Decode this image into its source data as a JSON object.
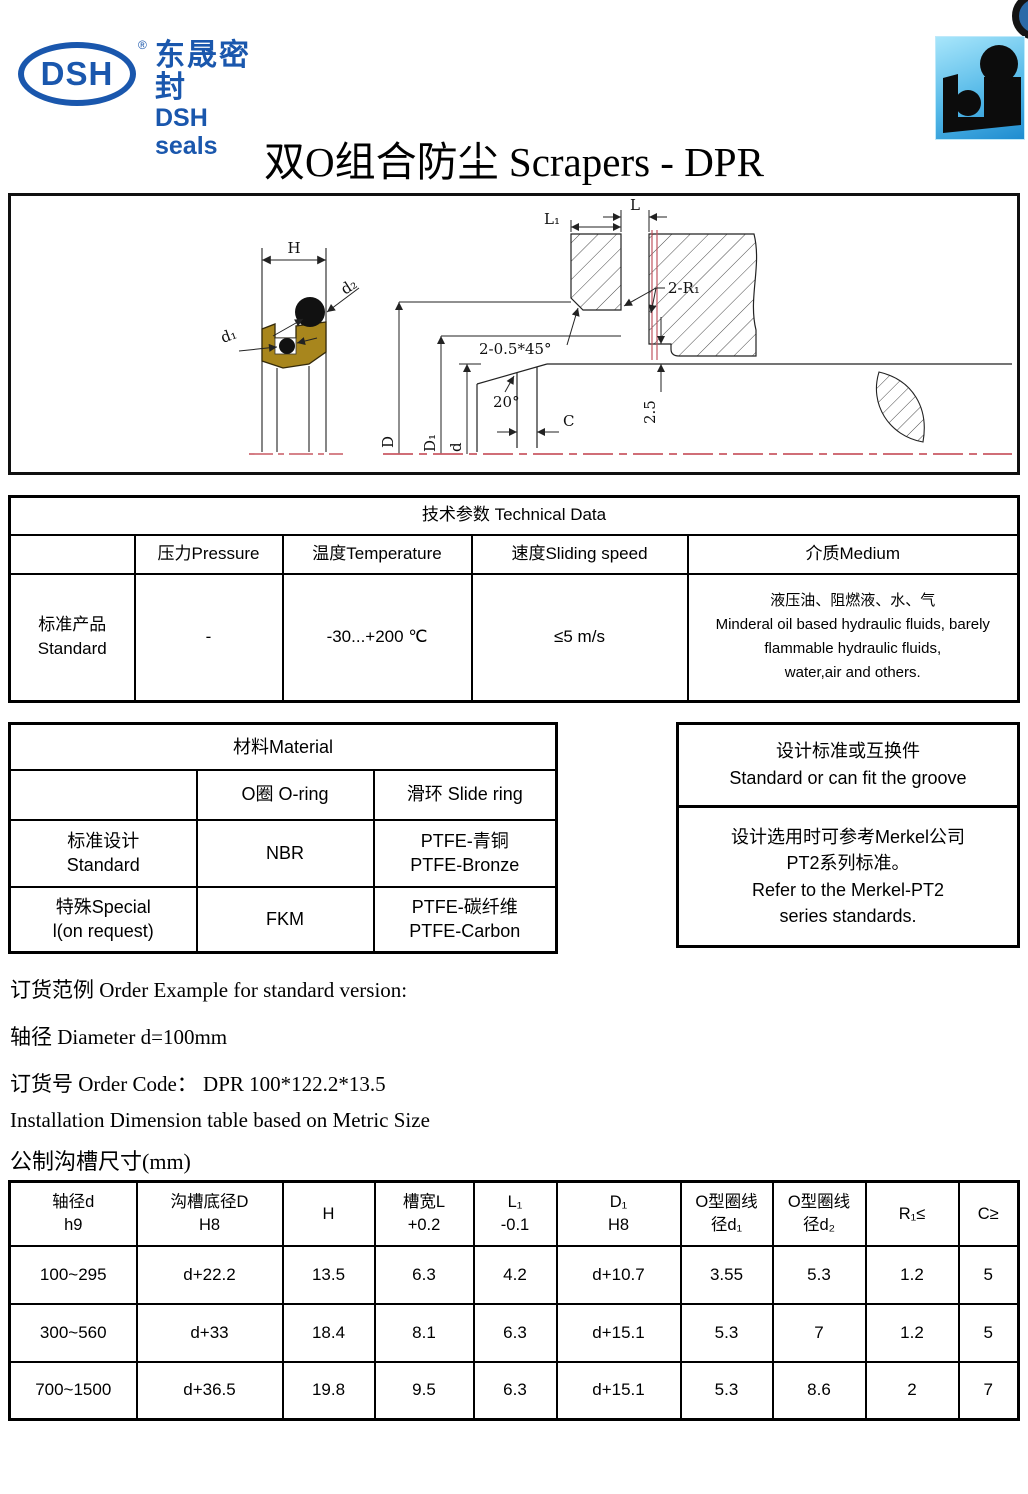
{
  "page_title": "双O组合防尘 Scrapers - DPR",
  "logo": {
    "mark": "DSH",
    "reg": "®",
    "cn": "东晟密封",
    "en": "DSH seals",
    "color": "#1a57ad"
  },
  "drawing": {
    "labels": {
      "H": "H",
      "d1": "d₁",
      "d2": "d₂",
      "L": "L",
      "L1": "L₁",
      "R1": "2-R₁",
      "chamfer": "2-0.5*45°",
      "angle": "20°",
      "C": "C",
      "clearance": "2.5",
      "D": "D",
      "D1": "D₁",
      "d": "d"
    },
    "seal_color": "#a8861d",
    "centerline_color": "#c95a64"
  },
  "technical_table": {
    "title": "技术参数 Technical Data",
    "headers": [
      "",
      "压力Pressure",
      "温度Temperature",
      "速度Sliding speed",
      "介质Medium"
    ],
    "row_label": "标准产品\nStandard",
    "pressure": "-",
    "temperature": "-30...+200 ℃",
    "speed": "≤5 m/s",
    "medium": "液压油、阻燃液、水、气\nMinderal oil based hydraulic fluids, barely\nflammable hydraulic fluids,\nwater,air and others."
  },
  "material_table": {
    "title": "材料Material",
    "headers": [
      "",
      "O圈 O-ring",
      "滑环 Slide ring"
    ],
    "rows": [
      [
        "标准设计\nStandard",
        "NBR",
        "PTFE-青铜\nPTFE-Bronze"
      ],
      [
        "特殊Special\nl(on request)",
        "FKM",
        "PTFE-碳纤维\nPTFE-Carbon"
      ]
    ]
  },
  "standards_box": {
    "top": "设计标准或互换件\nStandard or can fit the groove",
    "bottom": "设计选用时可参考Merkel公司\nPT2系列标准。\nRefer to the Merkel-PT2\nseries standards."
  },
  "order_example": {
    "line1": "订货范例  Order Example for standard version:",
    "line2": "轴径  Diameter  d=100mm",
    "line3": "订货号 Order Code：   DPR 100*122.2*13.5"
  },
  "installation": {
    "heading": "Installation Dimension table based on Metric Size",
    "subheading": "公制沟槽尺寸(mm)"
  },
  "dimension_table": {
    "headers": [
      [
        "轴径d",
        "h9"
      ],
      [
        "沟槽底径D",
        "H8"
      ],
      [
        "H",
        ""
      ],
      [
        "槽宽L",
        "+0.2"
      ],
      [
        "L₁",
        "-0.1"
      ],
      [
        "D₁",
        "H8"
      ],
      [
        "O型圈线",
        "径d₁"
      ],
      [
        "O型圈线",
        "径d₂"
      ],
      [
        "R₁≤",
        ""
      ],
      [
        "C≥",
        ""
      ]
    ],
    "rows": [
      [
        "100~295",
        "d+22.2",
        "13.5",
        "6.3",
        "4.2",
        "d+10.7",
        "3.55",
        "5.3",
        "1.2",
        "5"
      ],
      [
        "300~560",
        "d+33",
        "18.4",
        "8.1",
        "6.3",
        "d+15.1",
        "5.3",
        "7",
        "1.2",
        "5"
      ],
      [
        "700~1500",
        "d+36.5",
        "19.8",
        "9.5",
        "6.3",
        "d+15.1",
        "5.3",
        "8.6",
        "2",
        "7"
      ]
    ]
  }
}
